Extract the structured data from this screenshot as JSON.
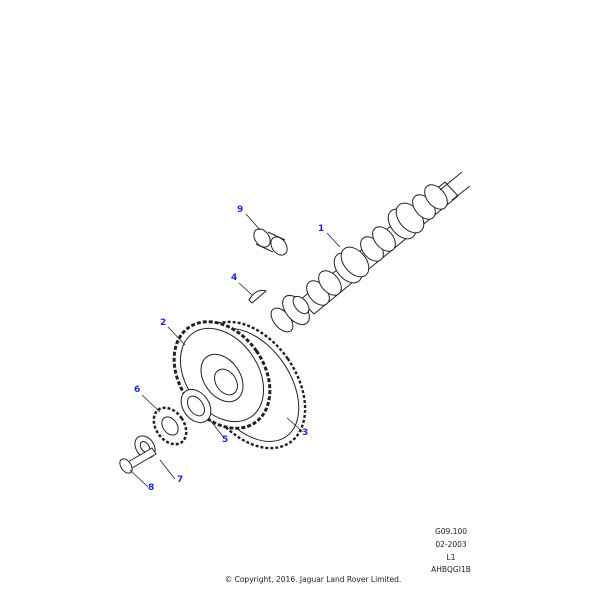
{
  "callouts": {
    "c1": "1",
    "c2": "2",
    "c3": "3",
    "c4": "4",
    "c5": "5",
    "c6": "6",
    "c7": "7",
    "c8": "8",
    "c9": "9"
  },
  "meta": {
    "code": "G09.100",
    "date": "02-2003",
    "level": "L1",
    "ref": "AHBQGI1B"
  },
  "copyright": "© Copyright, 2016. Jaguar Land Rover Limited.",
  "colors": {
    "callout": "#1a2bd6",
    "line": "#222222"
  }
}
